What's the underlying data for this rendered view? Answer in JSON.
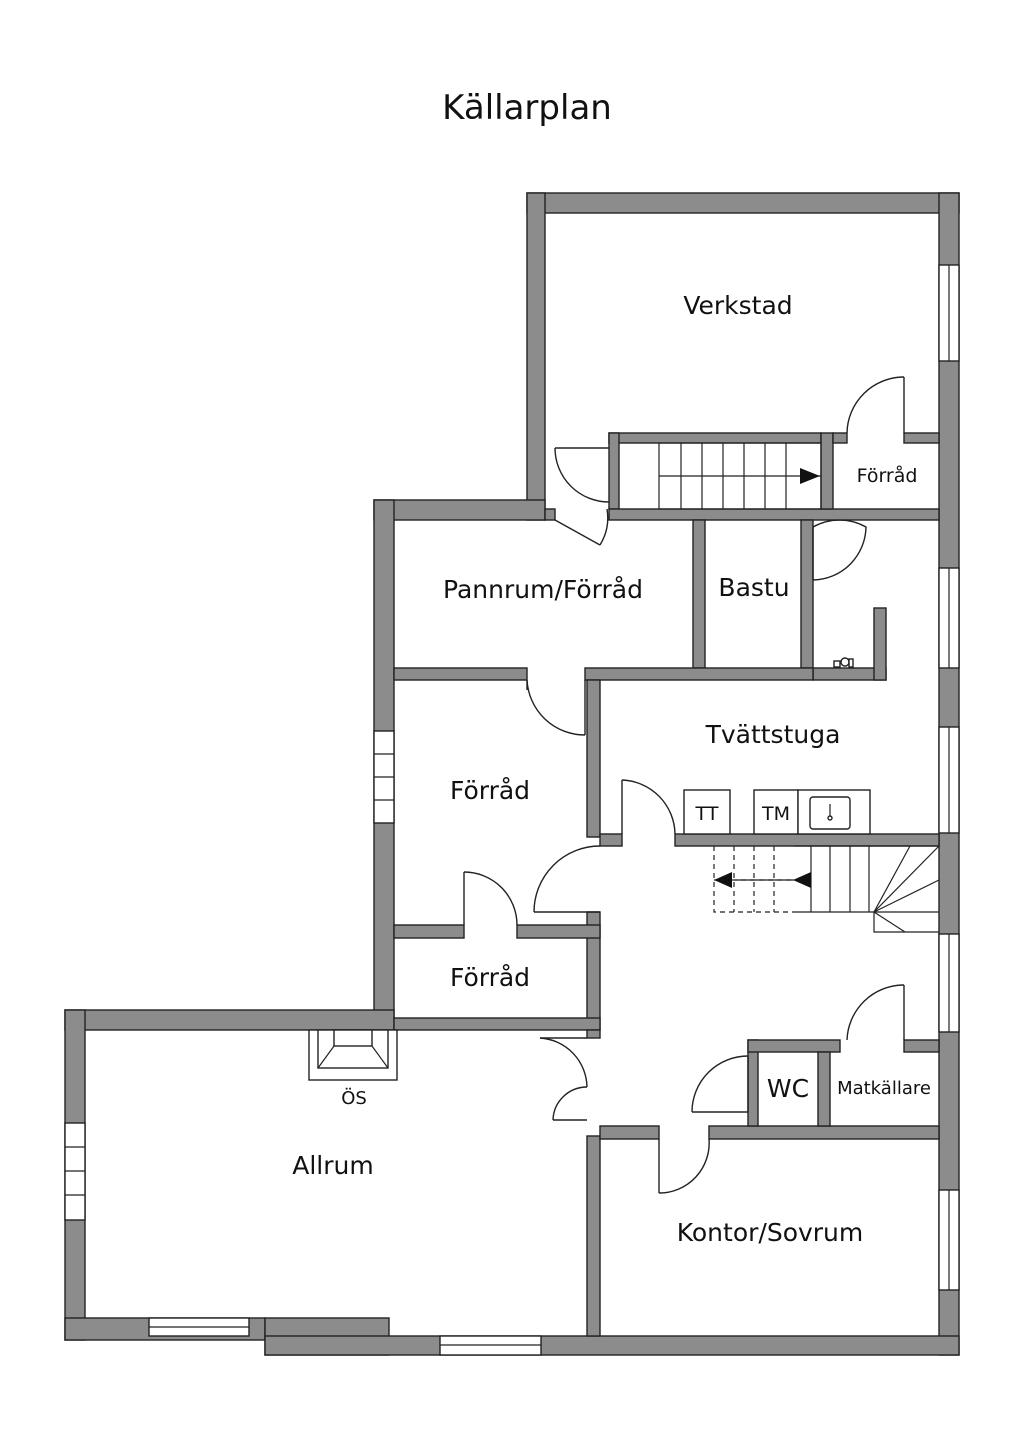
{
  "title": "Källarplan",
  "rooms": {
    "verkstad": "Verkstad",
    "forrad_top": "Förråd",
    "pannrum": "Pannrum/Förråd",
    "bastu": "Bastu",
    "tvattstuga": "Tvättstuga",
    "forrad_mid": "Förråd",
    "forrad_small": "Förråd",
    "allrum": "Allrum",
    "wc": "WC",
    "matkallare": "Matkällare",
    "kontor": "Kontor/Sovrum"
  },
  "fixtures": {
    "tt": "TT",
    "tm": "TM",
    "os": "ÖS"
  }
}
